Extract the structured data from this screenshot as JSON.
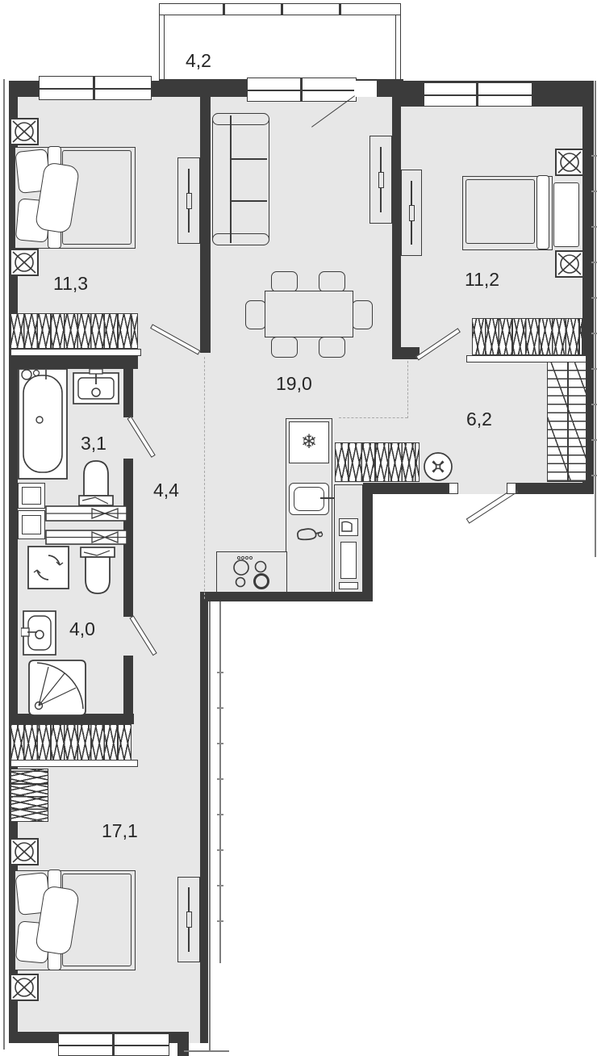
{
  "plan": {
    "title": "apartment-floor-plan",
    "colors": {
      "room_fill": "#e7e7e7",
      "wall": "#3b3b3b",
      "background": "#ffffff",
      "dash": "#a8a8a8"
    },
    "rooms": [
      {
        "id": "balcony",
        "label": "4,2"
      },
      {
        "id": "bedroom-top-left",
        "label": "11,3"
      },
      {
        "id": "living-room",
        "label": "19,0"
      },
      {
        "id": "bedroom-top-right",
        "label": "11,2"
      },
      {
        "id": "hallway",
        "label": "6,2"
      },
      {
        "id": "bathroom-small",
        "label": "3,1"
      },
      {
        "id": "corridor",
        "label": "4,4"
      },
      {
        "id": "bathroom-large",
        "label": "4,0"
      },
      {
        "id": "bedroom-bottom",
        "label": "17,1"
      }
    ],
    "icons": {
      "fridge_snowflake": "❄"
    }
  }
}
